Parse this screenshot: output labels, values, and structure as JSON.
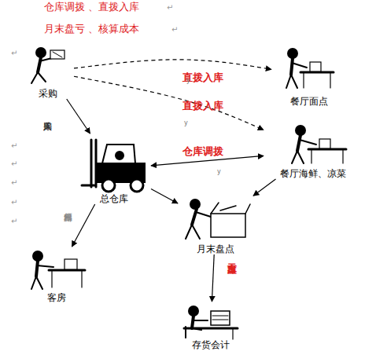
{
  "diagram": {
    "nodes": [
      {
        "text": [
          "采购"
        ]
      },
      {
        "text": [
          "餐厅面点"
        ]
      },
      {
        "text": [
          "餐厅海鲜、凉菜"
        ]
      },
      {
        "text": [
          "总仓库"
        ]
      },
      {
        "text": [
          "月末盘点"
        ]
      },
      {
        "text": [
          "客房"
        ]
      },
      {
        "text": [
          "存货会计"
        ]
      }
    ],
    "edges": [
      {
        "from": 0,
        "to": 1,
        "label": "直拨入库",
        "arrow": "to"
      },
      {
        "from": 0,
        "to": 2,
        "label": "直拨入库",
        "arrow": "to"
      },
      {
        "from": 0,
        "to": 3,
        "label": "采购入库",
        "arrow": "to"
      },
      {
        "from": 3,
        "to": 2,
        "label": "仓库调拨",
        "arrow": "both"
      },
      {
        "from": 3,
        "to": 5,
        "label": "领料出库",
        "arrow": "to"
      },
      {
        "from": 3,
        "to": 4,
        "arrow": "to"
      },
      {
        "from": 2,
        "to": 4,
        "arrow": "to"
      },
      {
        "from": 4,
        "to": 6,
        "label": "盘亏出库",
        "arrow": "to"
      }
    ],
    "labels": [
      "仓库调拨 、直拨入库",
      "月末盘亏 、核算成本",
      "y",
      "y",
      "y",
      "↵",
      "↵",
      "↵",
      "↵",
      "↵",
      "↵",
      "↵",
      "↵"
    ]
  }
}
